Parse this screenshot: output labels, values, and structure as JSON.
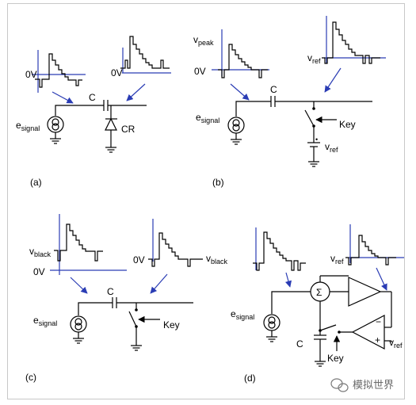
{
  "colors": {
    "wire": "#000000",
    "arrow": "#2a3cb4",
    "baseline": "#2a3cb4"
  },
  "panel_a": {
    "tag": "(a)",
    "zero_left": "0V",
    "zero_right": "0V",
    "cap": "C",
    "diode": "CR",
    "source_main": "e",
    "source_sub": "signal"
  },
  "panel_b": {
    "tag": "(b)",
    "vpeak_main": "v",
    "vpeak_sub": "peak",
    "zero": "0V",
    "vref_top_main": "v",
    "vref_top_sub": "ref",
    "cap": "C",
    "source_main": "e",
    "source_sub": "signal",
    "key": "Key",
    "vref_bat_main": "v",
    "vref_bat_sub": "ref"
  },
  "panel_c": {
    "tag": "(c)",
    "vblack_main": "v",
    "vblack_sub": "black",
    "zero_left": "0V",
    "zero_right": "0V",
    "vblack_right_main": "v",
    "vblack_right_sub": "black",
    "cap": "C",
    "source_main": "e",
    "source_sub": "signal",
    "key": "Key"
  },
  "panel_d": {
    "tag": "(d)",
    "vref_top_main": "v",
    "vref_top_sub": "ref",
    "sum": "Σ",
    "source_main": "e",
    "source_sub": "signal",
    "cap": "C",
    "key": "Key",
    "plus": "+",
    "minus": "−",
    "vref_amp_main": "v",
    "vref_amp_sub": "ref"
  },
  "watermark": {
    "text": "模拟世界"
  }
}
